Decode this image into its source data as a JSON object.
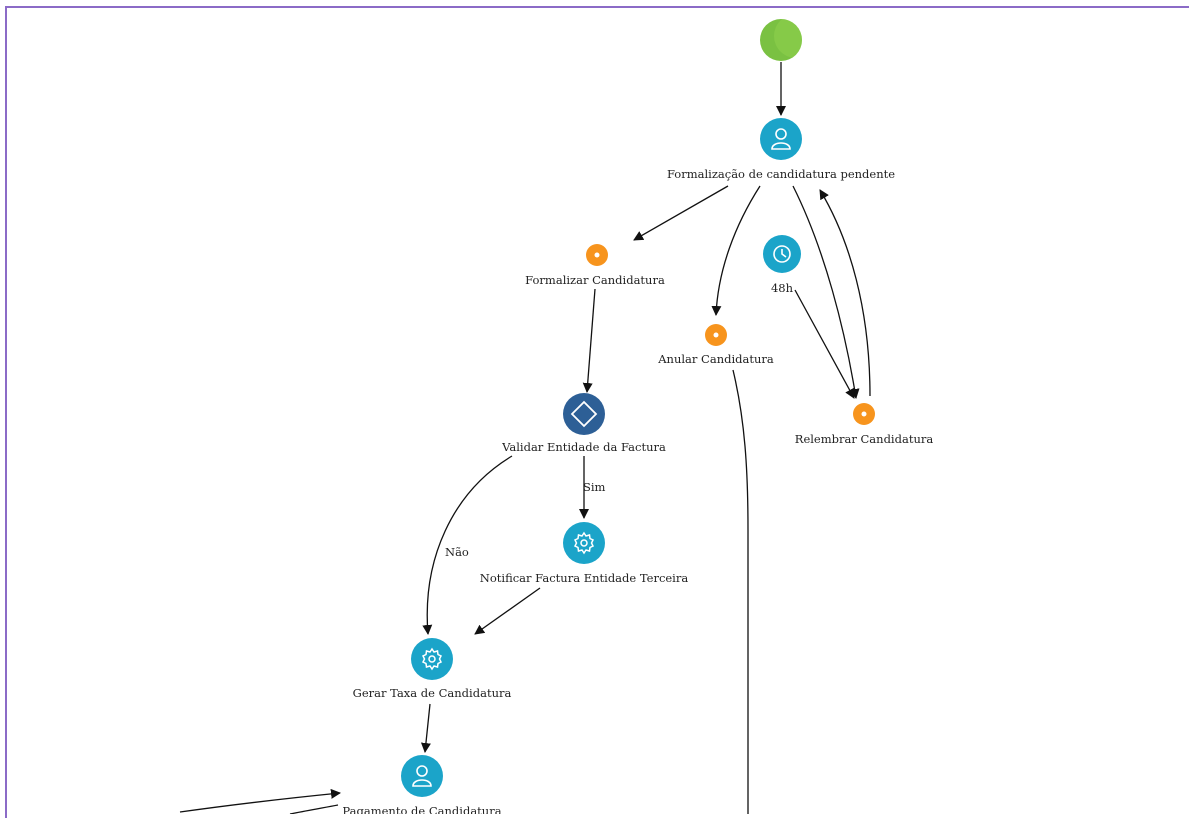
{
  "colors": {
    "start_event": "#7ac142",
    "task": "#1ba4c9",
    "gateway": "#2d5f96",
    "intermediate_event": "#f7941d",
    "frame": "#8b6bc7",
    "edge": "#111111"
  },
  "nodes": {
    "start": {
      "label": "",
      "type": "start-event"
    },
    "formalizacao_pendente": {
      "label": "Formalização de candidatura pendente",
      "type": "user-task",
      "icon": "person-icon"
    },
    "formalizar_candidatura": {
      "label": "Formalizar Candidatura",
      "type": "intermediate-event"
    },
    "timer_48h": {
      "label": "48h",
      "type": "timer-event",
      "icon": "clock-icon"
    },
    "anular_candidatura": {
      "label": "Anular Candidatura",
      "type": "intermediate-event"
    },
    "relembrar_candidatura": {
      "label": "Relembrar Candidatura",
      "type": "intermediate-event"
    },
    "validar_entidade": {
      "label": "Validar Entidade da Factura",
      "type": "exclusive-gateway"
    },
    "notificar_factura": {
      "label": "Notificar Factura Entidade Terceira",
      "type": "service-task",
      "icon": "gear-icon"
    },
    "gerar_taxa": {
      "label": "Gerar Taxa de Candidatura",
      "type": "service-task",
      "icon": "gear-icon"
    },
    "pagamento": {
      "label": "Pagamento de Candidatura",
      "type": "user-task",
      "icon": "person-icon"
    }
  },
  "edge_labels": {
    "sim": "Sim",
    "nao": "Não"
  }
}
